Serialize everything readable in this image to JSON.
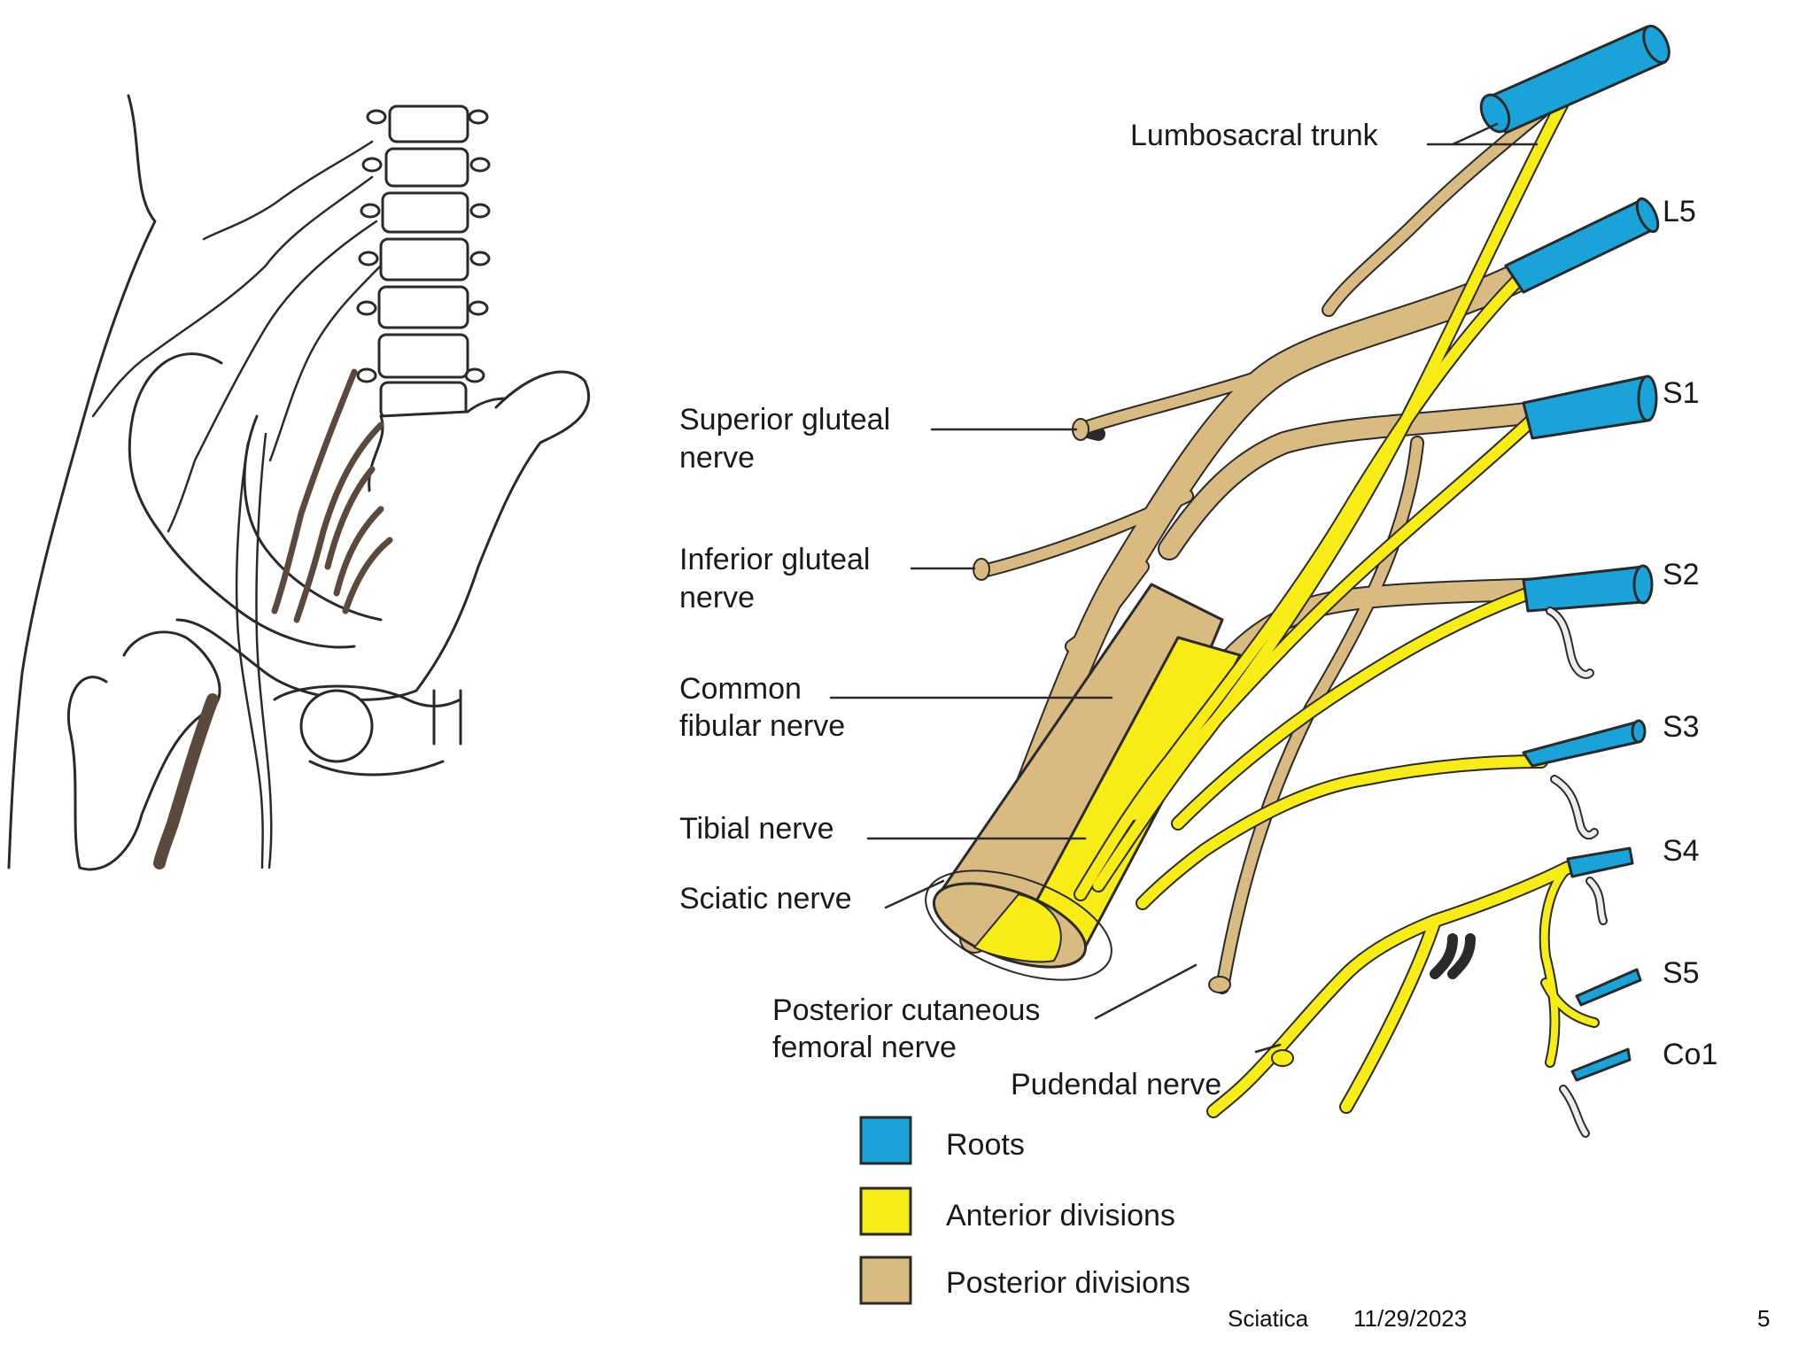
{
  "colors": {
    "roots": "#1aa3d9",
    "anterior": "#f7ec16",
    "posterior": "#d9bb82",
    "outline": "#2a2a2a",
    "bone": "#ffffff",
    "dark_nerve": "#5a4a3e"
  },
  "labels": {
    "lumbosacral_trunk": "Lumbosacral trunk",
    "l5": "L5",
    "s1": "S1",
    "s2": "S2",
    "s3": "S3",
    "s4": "S4",
    "s5": "S5",
    "co1": "Co1",
    "superior_gluteal_1": "Superior gluteal",
    "superior_gluteal_2": "nerve",
    "inferior_gluteal_1": "Inferior gluteal",
    "inferior_gluteal_2": "nerve",
    "common_fibular_1": "Common",
    "common_fibular_2": "fibular nerve",
    "tibial": "Tibial nerve",
    "sciatic": "Sciatic nerve",
    "post_cut_1": "Posterior cutaneous",
    "post_cut_2": "femoral nerve",
    "pudendal": "Pudendal nerve"
  },
  "legend": [
    {
      "label": "Roots",
      "color": "#1aa3d9"
    },
    {
      "label": "Anterior divisions",
      "color": "#f7ec16"
    },
    {
      "label": "Posterior divisions",
      "color": "#d9bb82"
    }
  ],
  "footer": {
    "title": "Sciatica",
    "date": "11/29/2023",
    "page": "5"
  }
}
